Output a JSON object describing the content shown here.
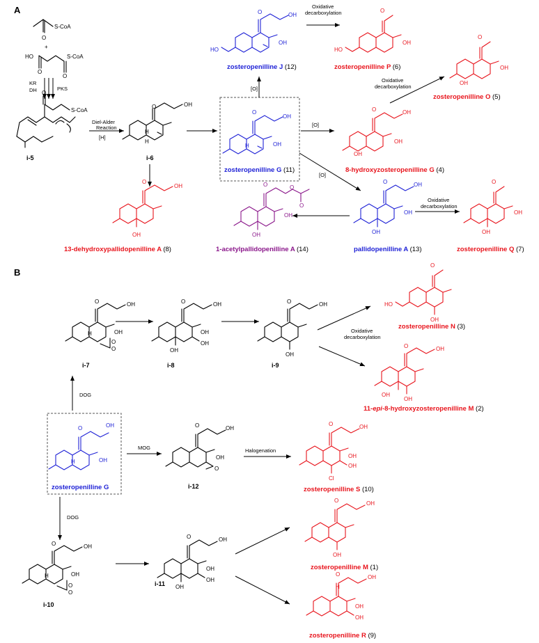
{
  "colors": {
    "black": "#000000",
    "red": "#e8141c",
    "blue": "#1f22d6",
    "purple": "#8a168a"
  },
  "panels": {
    "a": "A",
    "b": "B"
  },
  "reagents": {
    "acetyl_coa": "S-CoA",
    "plus": "+",
    "malonyl_coa": "S-CoA",
    "ho": "HO",
    "kr": "KR",
    "dh": "DH",
    "pks": "PKS",
    "polyketide_coa": "S-CoA"
  },
  "arrow_labels": {
    "diels_alder_1": "Diel-Alder",
    "diels_alder_2": "Reaction",
    "hydrogenation": "[H]",
    "ox_up": "[O]",
    "ox_right": "[O]",
    "ox_down": "[O]",
    "oxdec_top_1": "Oxidative",
    "oxdec_top_2": "decarboxylation",
    "oxdec_mid_1": "Oxidative",
    "oxdec_mid_2": "decarboxylation",
    "oxdec_right_1": "Oxidative",
    "oxdec_right_2": "decarboxylation",
    "oxdec_b_1": "Oxidative",
    "oxdec_b_2": "decarboxylation",
    "dog_up": "DOG",
    "dog_down": "DOG",
    "mog": "MOG",
    "halogenation": "Halogenation"
  },
  "atoms": {
    "oh": "OH",
    "ho": "HO",
    "h": "H",
    "o": "O",
    "cl": "Cl"
  },
  "intermediates": {
    "i5": "i-5",
    "i6": "i-6",
    "i7": "i-7",
    "i8": "i-8",
    "i9": "i-9",
    "i10": "i-10",
    "i11": "i-11",
    "i12": "i-12"
  },
  "compounds": {
    "c12": {
      "name": "zosteropenilline J",
      "number": "(12)"
    },
    "c6": {
      "name": "zosteropenilline P",
      "number": "(6)"
    },
    "c5": {
      "name": "zosteropenilline O",
      "number": "(5)"
    },
    "c4": {
      "name": "8-hydroxyzosteropenilline G",
      "number": "(4)"
    },
    "c11": {
      "name": "zosteropenilline G",
      "number": "(11)"
    },
    "c8": {
      "name": "13-dehydroxypallidopenilline A",
      "number": "(8)"
    },
    "c14": {
      "name": "1-acetylpallidopenilline A",
      "number": "(14)"
    },
    "c13": {
      "name": "pallidopenilline A",
      "number": "(13)"
    },
    "c7": {
      "name": "zosteropenilline Q",
      "number": "(7)"
    },
    "c3": {
      "name": "zosteropenilline N",
      "number": "(3)"
    },
    "c2": {
      "prefix": "11-",
      "italic": "epi",
      "name": "-8-hydroxyzosteropenilline M",
      "number": "(2)"
    },
    "cg": {
      "name": "zosteropenilline G"
    },
    "c10": {
      "name": "zosteropenilline S",
      "number": "(10)"
    },
    "c1": {
      "name": "zosteropenilline M",
      "number": "(1)"
    },
    "c9": {
      "name": "zosteropenilline R",
      "number": "(9)"
    }
  }
}
